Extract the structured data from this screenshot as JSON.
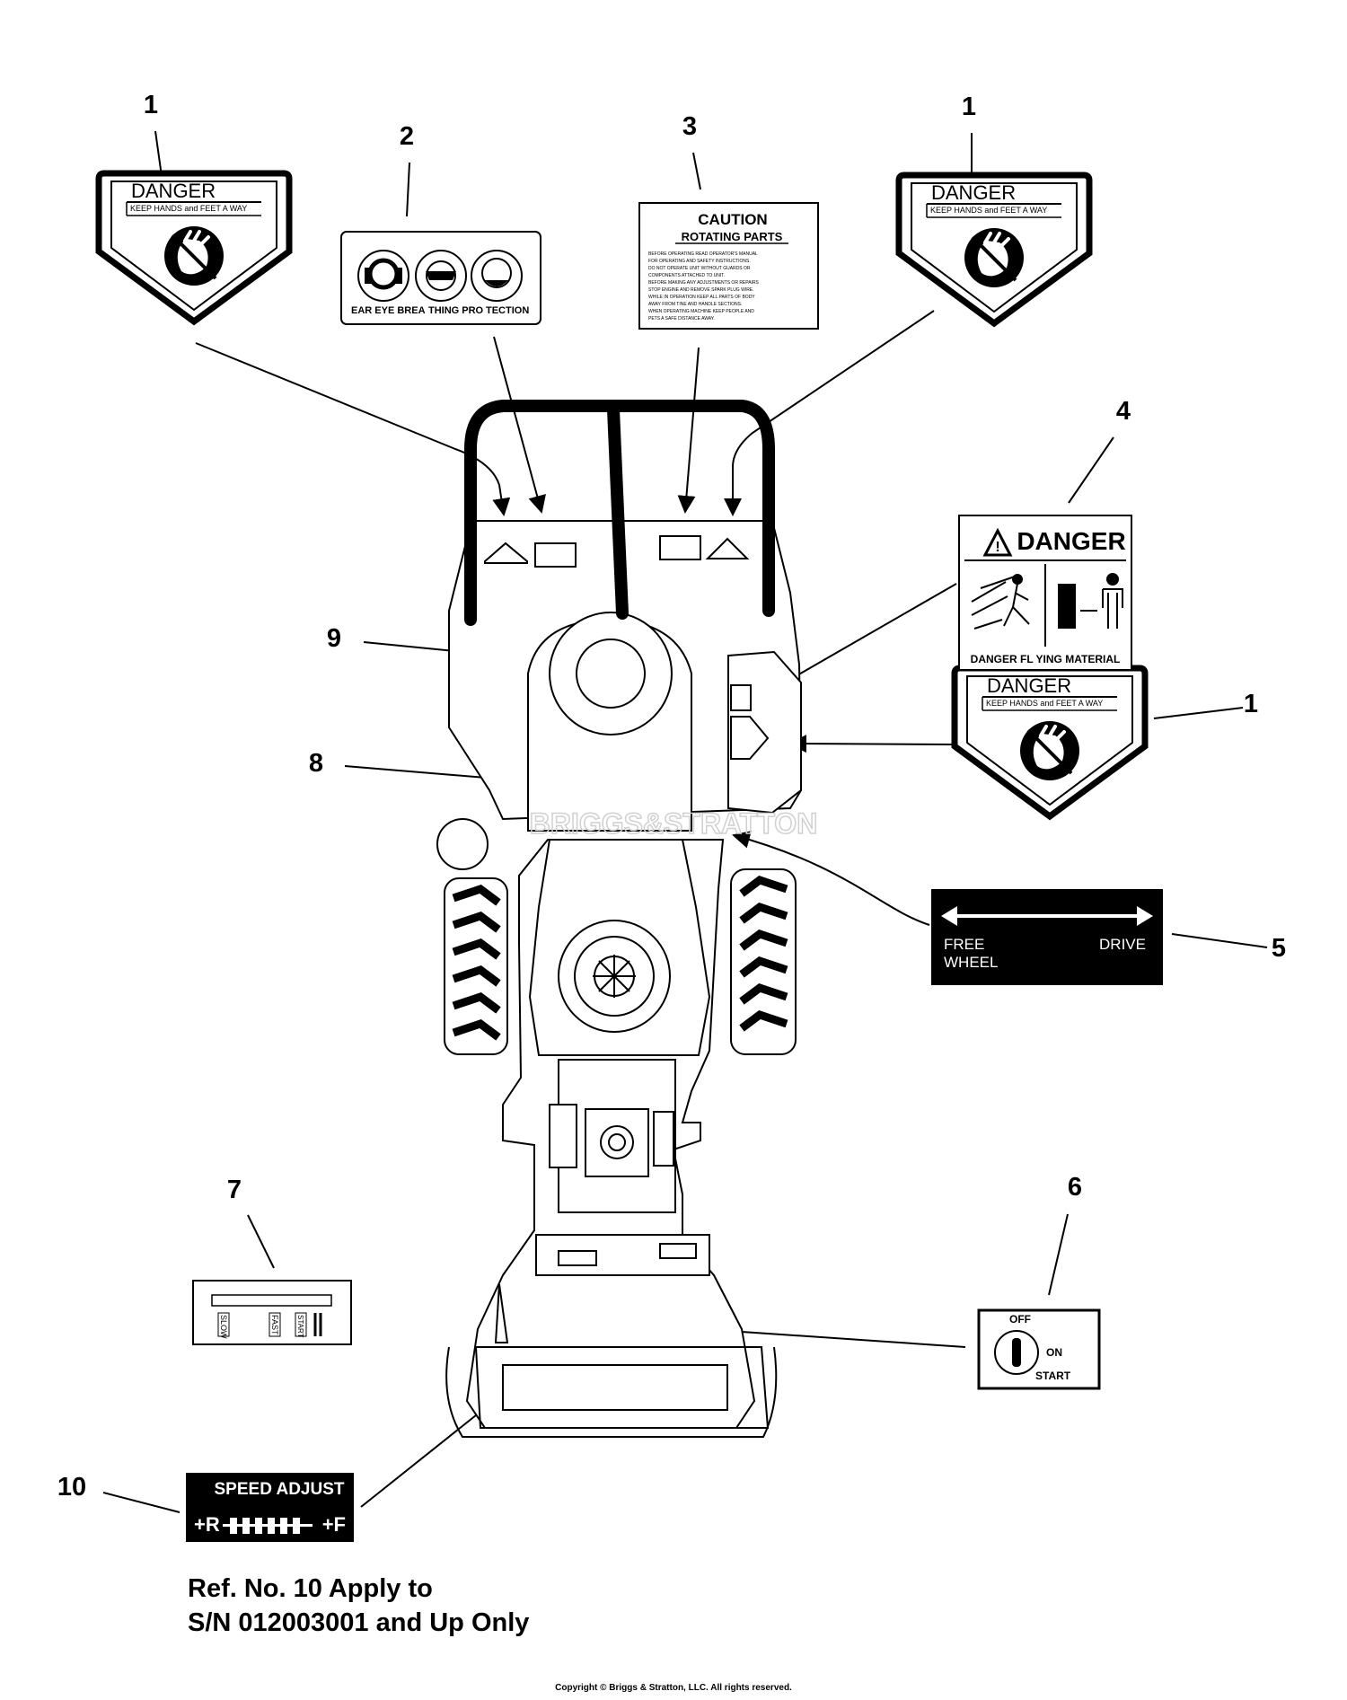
{
  "callouts": [
    "1",
    "2",
    "3",
    "1",
    "4",
    "9",
    "1",
    "8",
    "5",
    "7",
    "6",
    "10"
  ],
  "decal_danger_hands": {
    "title": "DANGER",
    "subtitle": "KEEP HANDS and FEET A WAY"
  },
  "decal_ppe": {
    "captions": [
      "EAR EYE BREA",
      "THING PRO",
      "TECTION"
    ]
  },
  "decal_caution": {
    "title": "CAUTION",
    "subtitle": "ROTATING PARTS",
    "lines": [
      "BEFORE OPERATING READ OPERATOR'S MANUAL",
      "FOR OPERATING AND SAFETY INSTRUCTIONS.",
      "DO NOT OPERATE UNIT WITHOUT GUARDS OR",
      "COMPONENTS ATTACHED TO UNIT.",
      "BEFORE MAKING ANY ADJUSTMENTS OR REPAIRS",
      "STOP ENGINE AND REMOVE SPARK PLUG WIRE.",
      "WHILE IN OPERATION KEEP ALL PARTS OF BODY",
      "AWAY FROM TINE AND HANDLE SECTIONS.",
      "WHEN OPERATING MACHINE KEEP PEOPLE AND",
      "PETS A SAFE DISTANCE AWAY."
    ]
  },
  "decal_flying_material": {
    "title": "DANGER",
    "caption": "DANGER FL YING MATERIAL"
  },
  "decal_freewheel": {
    "left_label_1": "FREE",
    "left_label_2": "WHEEL",
    "right_label": "DRIVE"
  },
  "decal_throttle": {
    "labels": [
      "SLOW",
      "FAST",
      "START"
    ]
  },
  "decal_ignition": {
    "off": "OFF",
    "on": "ON",
    "start": "START"
  },
  "decal_speed": {
    "title": "SPEED ADJUST",
    "left": "+R",
    "right": "+F"
  },
  "watermark": "BRIGGS&STRATTON",
  "note": {
    "line1": "Ref. No. 10 Apply to",
    "line2": "S/N 012003001 and Up Only"
  },
  "copyright": "Copyright © Briggs & Stratton, LLC. All rights reserved."
}
